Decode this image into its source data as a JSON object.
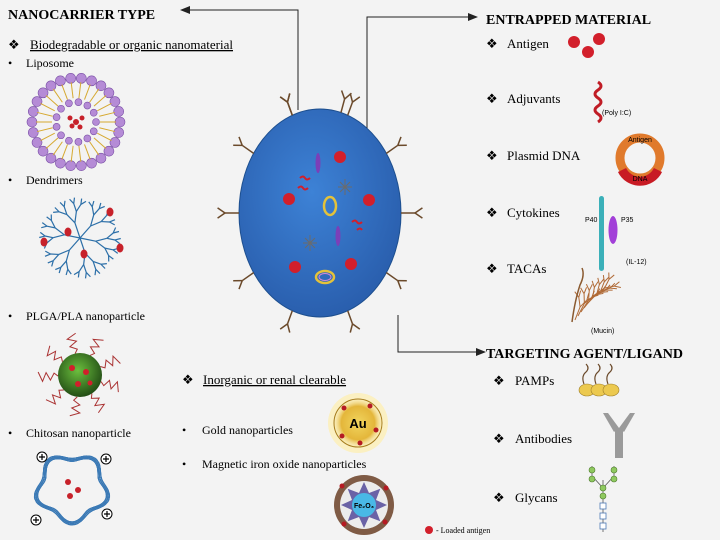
{
  "nanocarrier": {
    "heading": "NANOCARRIER TYPE",
    "organic_heading": "Biodegradable  or organic nanomaterial",
    "organic_items": [
      "Liposome",
      "Dendrimers",
      "PLGA/PLA nanoparticle",
      "Chitosan nanoparticle"
    ],
    "inorganic_heading": "Inorganic or renal clearable",
    "inorganic_items": [
      "Gold nanoparticles",
      "Magnetic iron oxide nanoparticles"
    ],
    "gold_symbol": "Au",
    "iron_symbol": "Fe₂O₃"
  },
  "entrapped": {
    "heading": "ENTRAPPED MATERIAL",
    "items": [
      "Antigen",
      "Adjuvants",
      "Plasmid DNA",
      "Cytokines",
      "TACAs"
    ],
    "adjuvant_note": "(Poly I:C)",
    "plasmid_antigen_label": "Antigen",
    "plasmid_dna_label": "DNA",
    "cytokine_p40": "P40",
    "cytokine_p35": "P35",
    "cytokine_note": "(IL-12)",
    "taca_note": "(Mucin)"
  },
  "targeting": {
    "heading": "TARGETING AGENT/LIGAND",
    "items": [
      "PAMPs",
      "Antibodies",
      "Glycans"
    ]
  },
  "legend": {
    "loaded_antigen": "- Loaded antigen"
  },
  "colors": {
    "core": "#2f6fc4",
    "antigen": "#d21f2b",
    "lipid": "#b58bd6",
    "dendrimer": "#2c6fa8",
    "plga": "#3f8a2e",
    "gold": "#e9c547",
    "ligand": "#6b4a2b"
  }
}
